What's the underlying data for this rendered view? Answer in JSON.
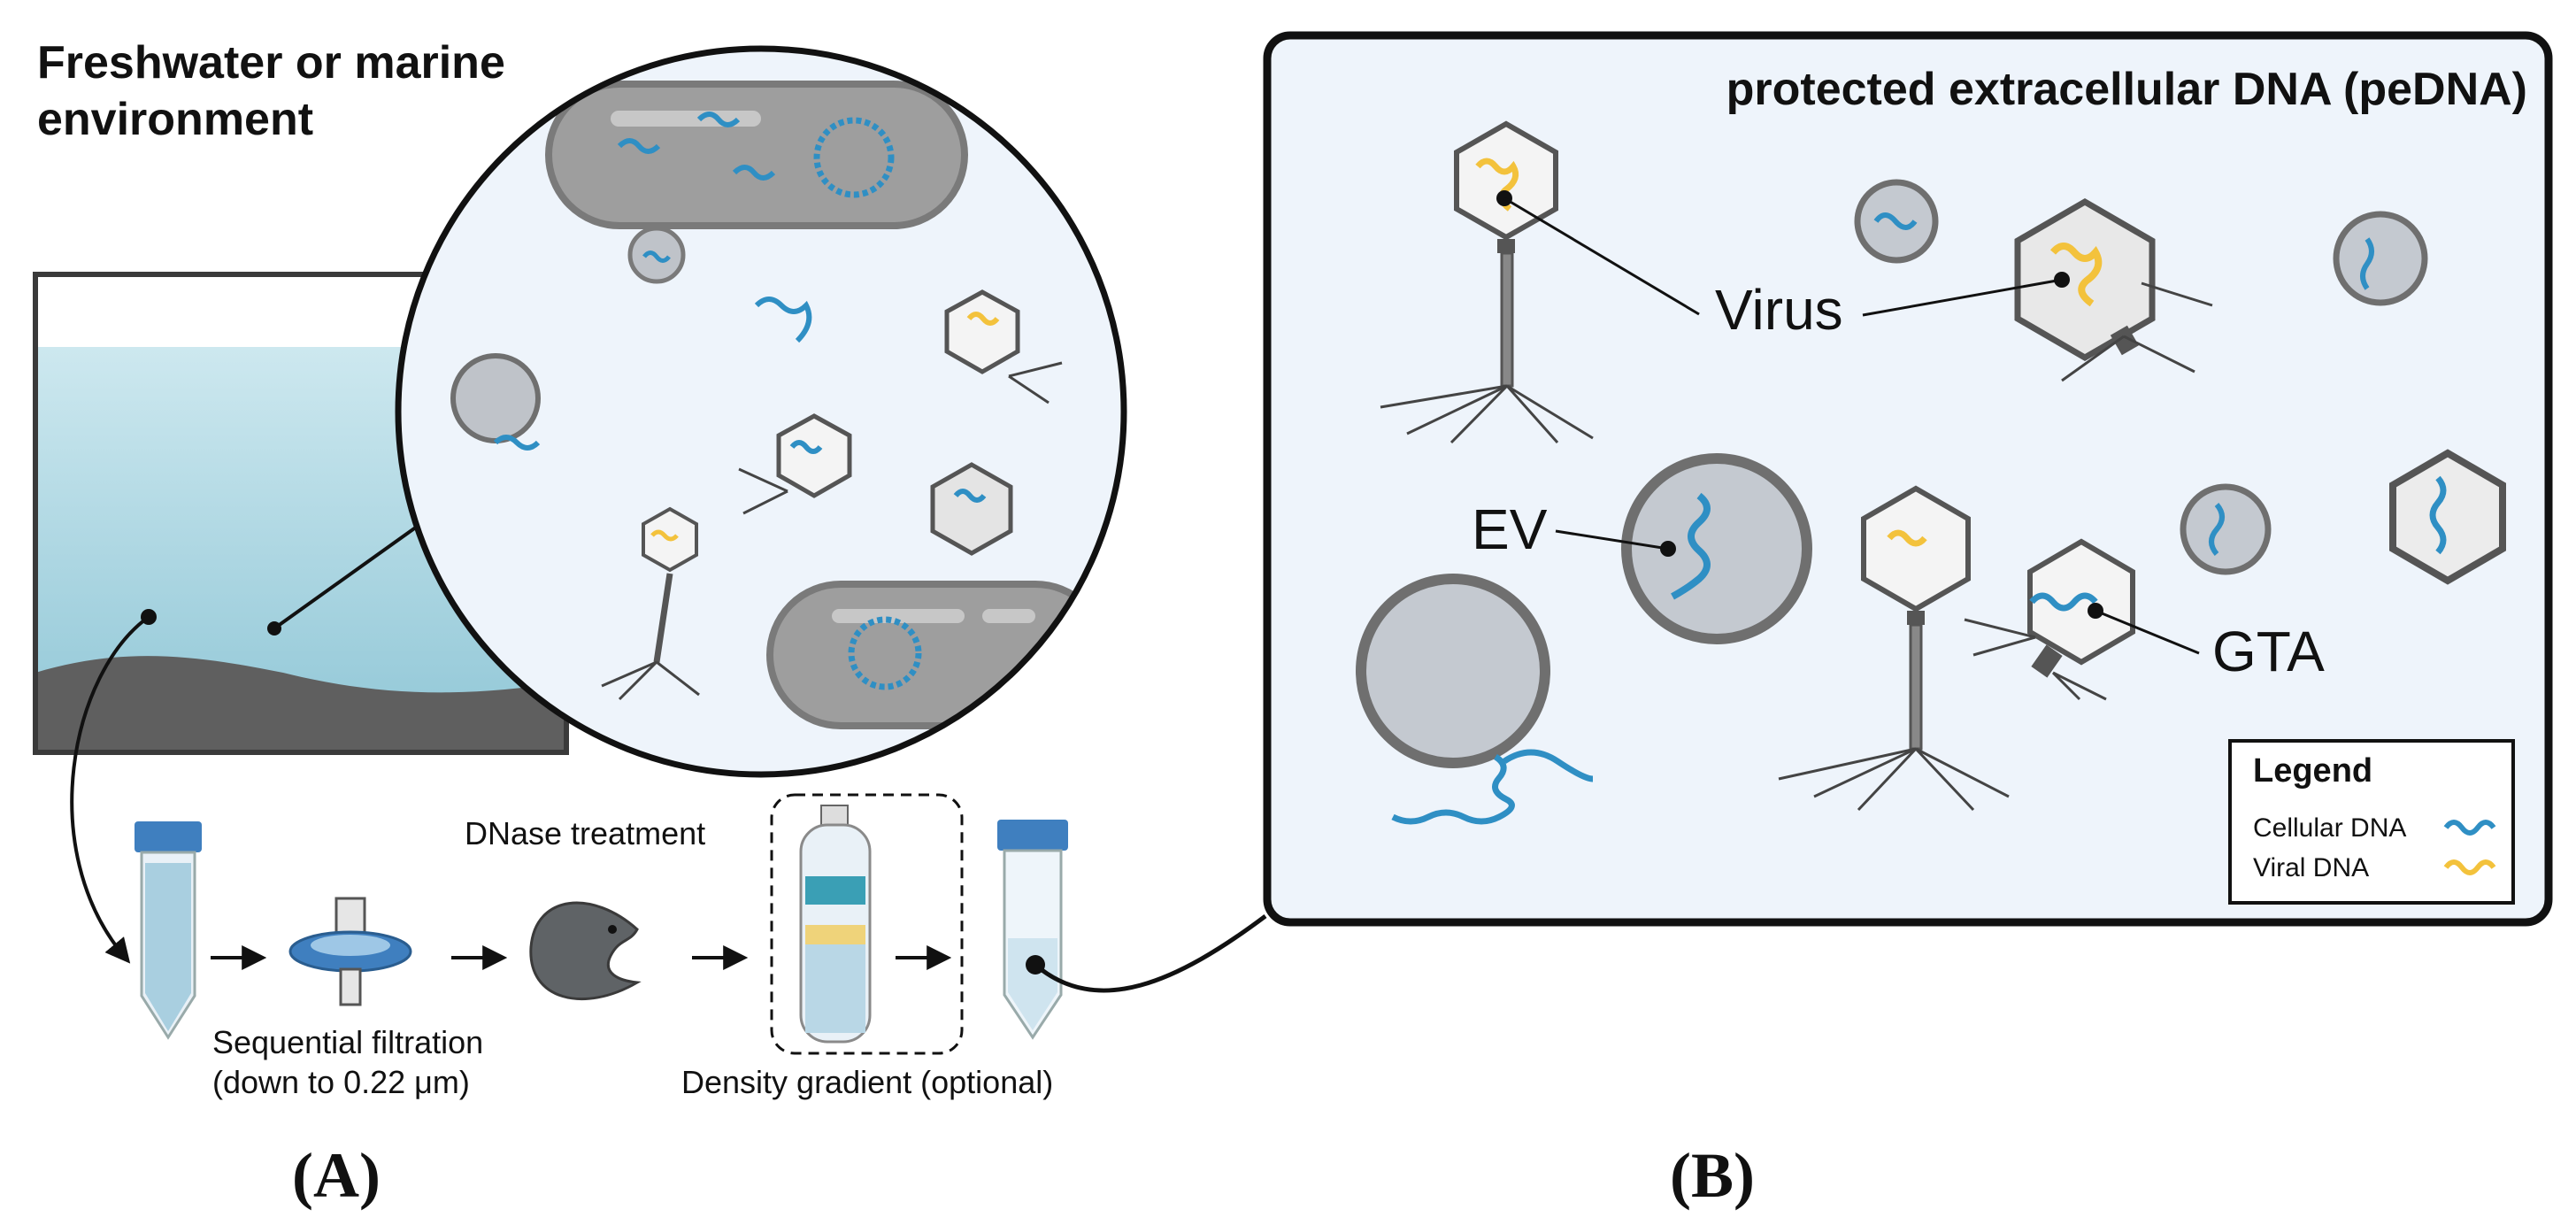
{
  "panel_a": {
    "title_line1": "Freshwater or marine",
    "title_line2": "environment",
    "step_dnase": "DNase treatment",
    "step_filtration_line1": "Sequential filtration",
    "step_filtration_line2": "(down to 0.22 μm)",
    "step_density": "Density gradient (optional)",
    "panel_label": "(A)"
  },
  "panel_b": {
    "title": "protected extracellular DNA (peDNA)",
    "label_virus": "Virus",
    "label_ev": "EV",
    "label_gta": "GTA",
    "panel_label": "(B)",
    "legend": {
      "title": "Legend",
      "items": [
        {
          "label": "Cellular DNA",
          "color": "#2f8fc4"
        },
        {
          "label": "Viral DNA",
          "color": "#f3c23c"
        }
      ]
    }
  },
  "colors": {
    "water": "#a9d5e2",
    "sediment": "#5f5f5f",
    "background_panel": "#eef4fb",
    "cellular_dna": "#2f8fc4",
    "viral_dna": "#f3c23c",
    "tube_cap": "#3f7fbf"
  }
}
